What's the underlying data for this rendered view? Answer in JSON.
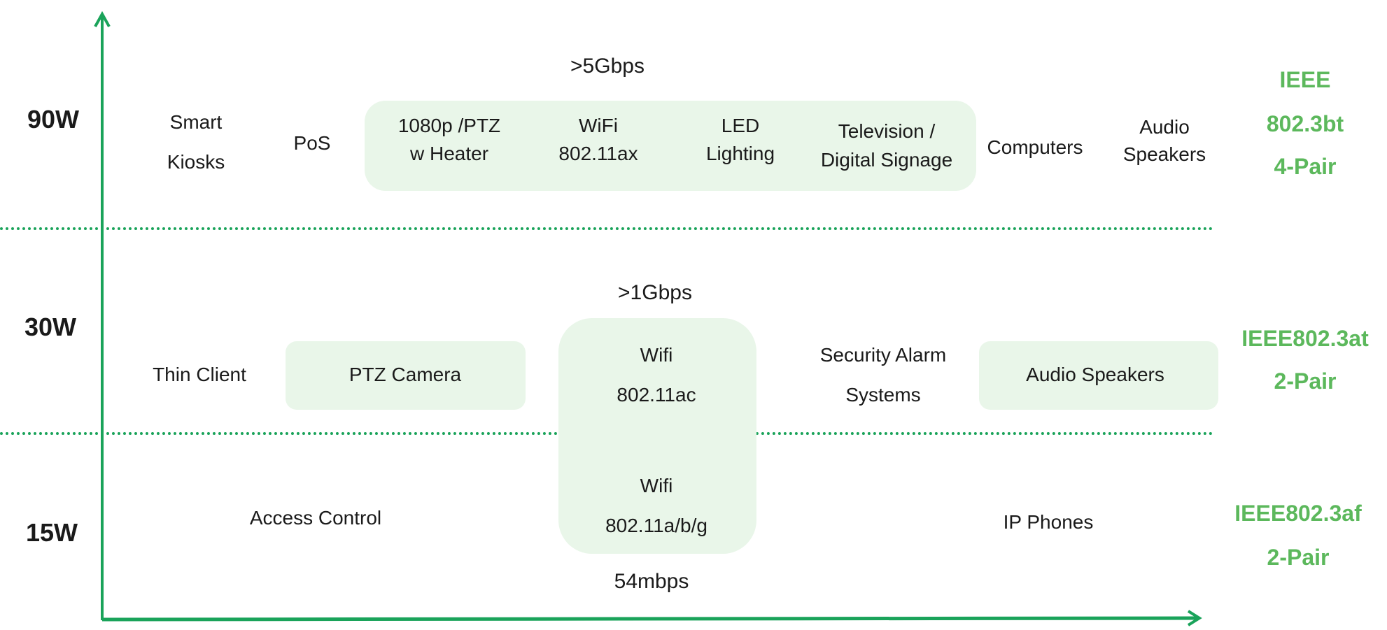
{
  "colors": {
    "axis": "#1aa35a",
    "standard": "#5cb85c",
    "highlight": "#e9f6e9"
  },
  "power_levels": {
    "p90": "90W",
    "p30": "30W",
    "p15": "15W"
  },
  "speeds": {
    "s5g": ">5Gbps",
    "s1g": ">1Gbps",
    "s54m": "54mbps"
  },
  "row90": {
    "smart_kiosks": [
      "Smart",
      "Kiosks"
    ],
    "pos": "PoS",
    "ptz_heater": [
      "1080p /PTZ",
      "w Heater"
    ],
    "wifi_ax": [
      "WiFi",
      "802.11ax"
    ],
    "led": [
      "LED",
      "Lighting"
    ],
    "tv": [
      "Television /",
      "Digital Signage"
    ],
    "computers": "Computers",
    "audio": [
      "Audio",
      "Speakers"
    ],
    "standard": [
      "IEEE",
      "802.3bt",
      "4-Pair"
    ]
  },
  "row30": {
    "thin_client": "Thin Client",
    "ptz_camera": "PTZ Camera",
    "wifi_ac": [
      "Wifi",
      "802.11ac"
    ],
    "security": [
      "Security Alarm",
      "Systems"
    ],
    "audio": "Audio Speakers",
    "standard": [
      "IEEE802.3at",
      "2-Pair"
    ]
  },
  "row15": {
    "access": "Access Control",
    "wifi_abg": [
      "Wifi",
      "802.11a/b/g"
    ],
    "ip_phones": "IP Phones",
    "standard": [
      "IEEE802.3af",
      "2-Pair"
    ]
  }
}
